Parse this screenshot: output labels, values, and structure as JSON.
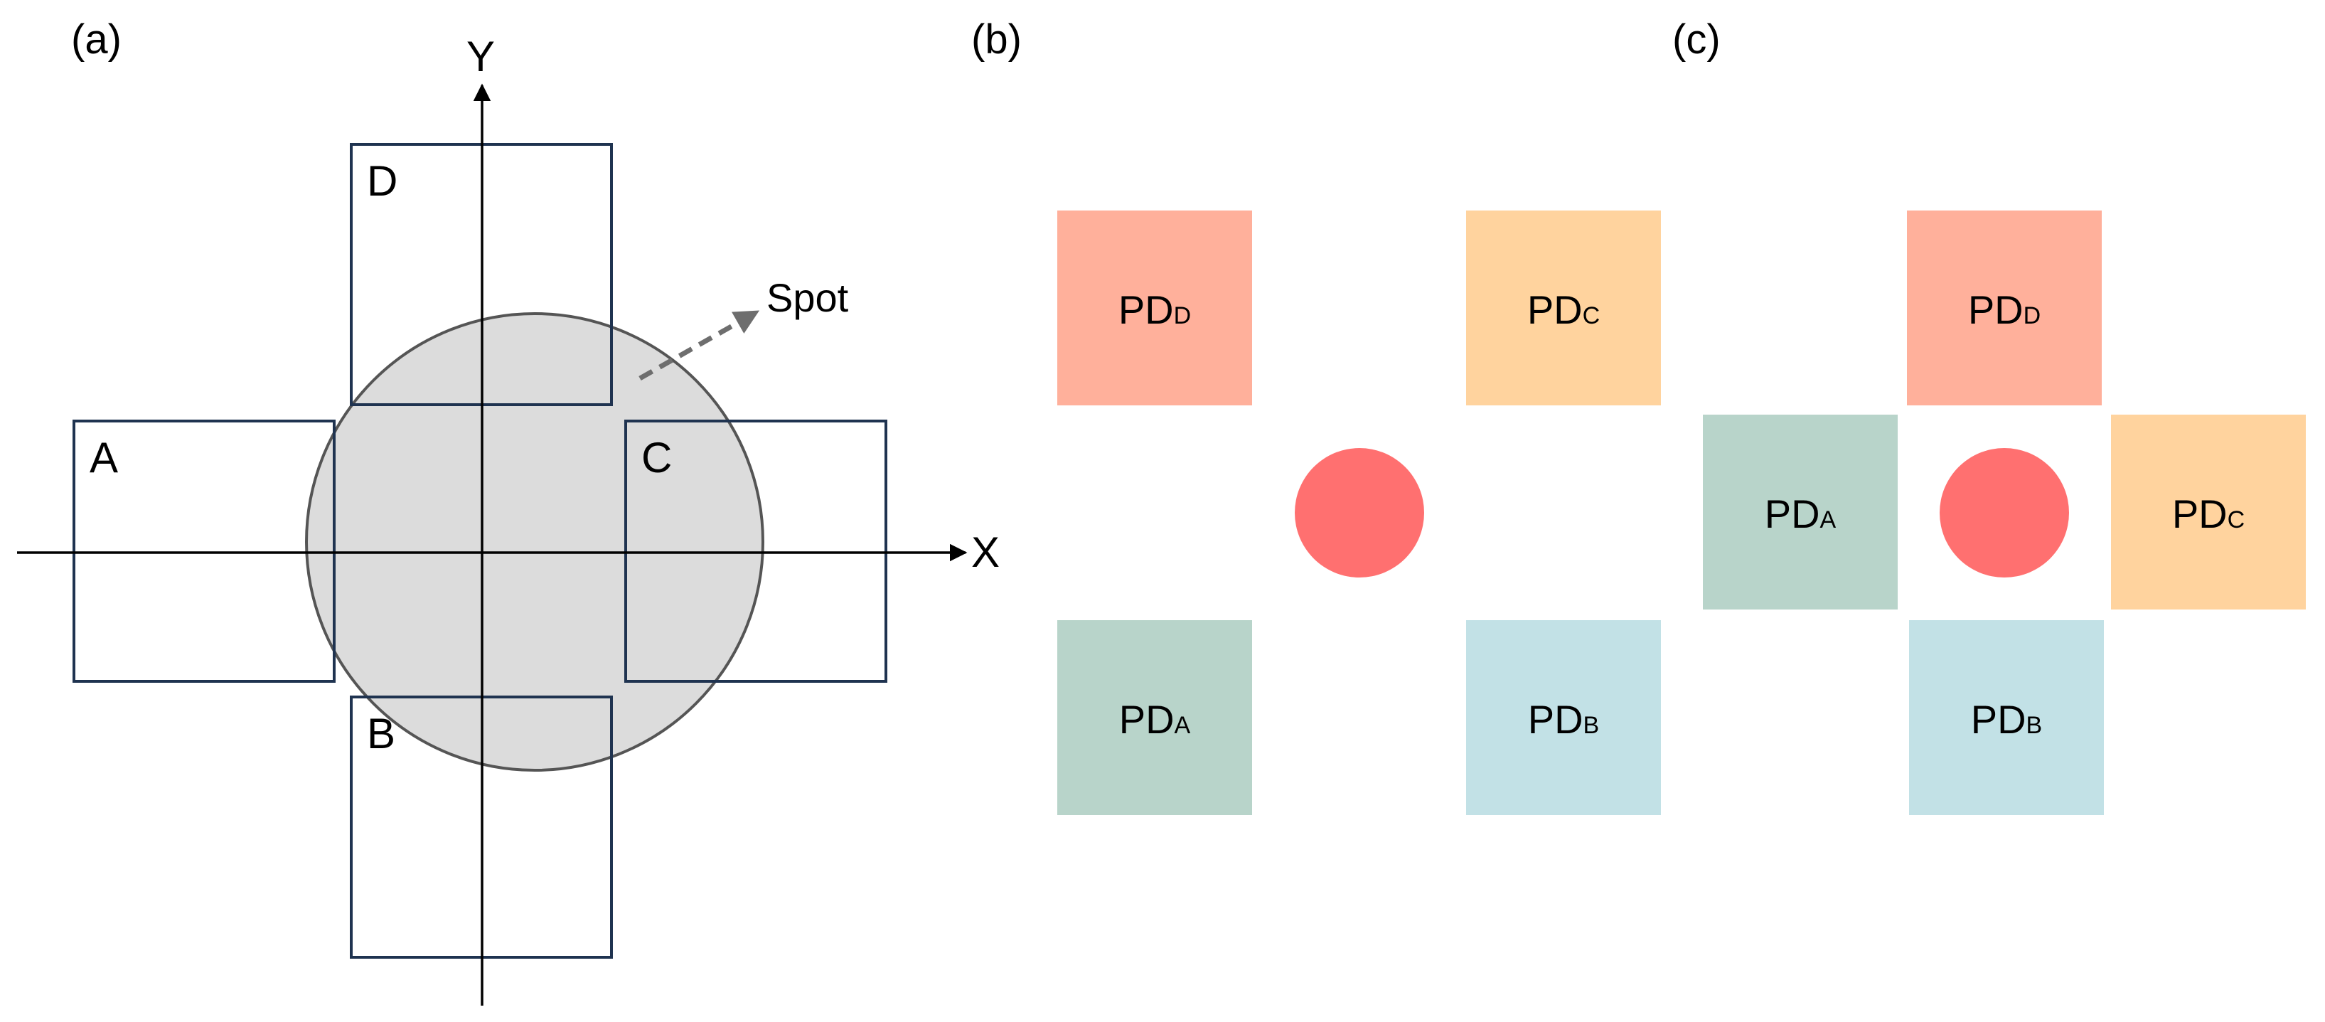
{
  "colors": {
    "zone_border": "#1f3350",
    "spot_fill": "#dcdcdc",
    "spot_stroke": "#555555",
    "arrow": "#6e6e6e",
    "pd_a": "#b8d4ca",
    "pd_b": "#c2e1e6",
    "pd_c": "#ffd39e",
    "pd_d": "#ffb09b",
    "laser_dot": "#ff7070"
  },
  "panel_a": {
    "label": "(a)",
    "x_axis_label": "X",
    "y_axis_label": "Y",
    "zones": {
      "a": "A",
      "b": "B",
      "c": "C",
      "d": "D"
    },
    "spot_label": "Spot"
  },
  "panel_b": {
    "label": "(b)",
    "pd_prefix": "PD",
    "detectors": {
      "a": "A",
      "b": "B",
      "c": "C",
      "d": "D"
    }
  },
  "panel_c": {
    "label": "(c)",
    "pd_prefix": "PD",
    "detectors": {
      "a": "A",
      "b": "B",
      "c": "C",
      "d": "D"
    }
  }
}
